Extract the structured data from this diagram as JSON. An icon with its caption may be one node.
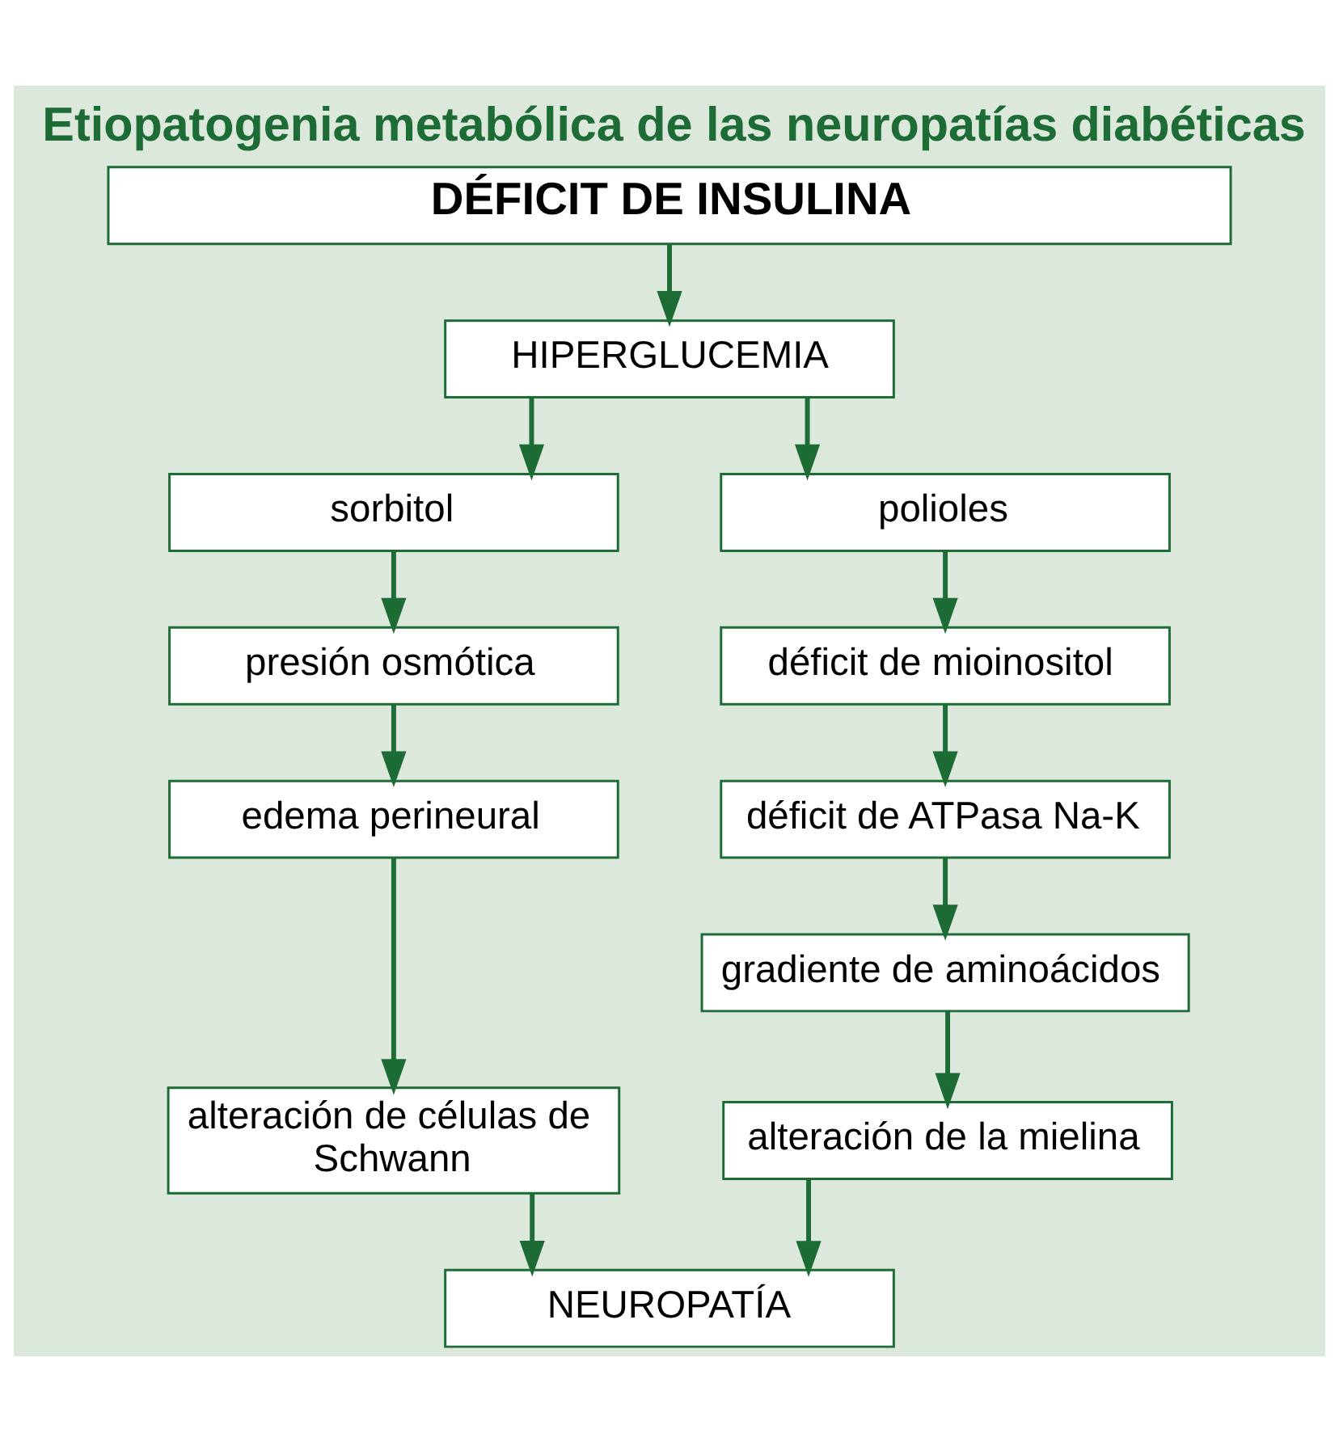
{
  "diagram": {
    "title": "Etiopatogenia metabólica de las neuropatías diabéticas",
    "nodes": [
      {
        "text": [
          "DÉFICIT DE INSULINA"
        ]
      },
      {
        "text": [
          "HIPERGLUCEMIA"
        ]
      },
      {
        "text": [
          "sorbitol"
        ]
      },
      {
        "text": [
          "polioles"
        ]
      },
      {
        "text": [
          "presión osmótica"
        ]
      },
      {
        "text": [
          "déficit de mioinositol"
        ]
      },
      {
        "text": [
          "edema perineural"
        ]
      },
      {
        "text": [
          "déficit de ATPasa Na-K"
        ]
      },
      {
        "text": [
          "gradiente de aminoácidos"
        ]
      },
      {
        "text": [
          "alteración de células de Schwann"
        ]
      },
      {
        "text": [
          "alteración de la mielina"
        ]
      },
      {
        "text": [
          "NEUROPATÍA"
        ]
      }
    ],
    "edges": [
      {
        "from": 0,
        "to": 1,
        "arrow": "to"
      },
      {
        "from": 1,
        "to": 2,
        "arrow": "to"
      },
      {
        "from": 1,
        "to": 3,
        "arrow": "to"
      },
      {
        "from": 2,
        "to": 4,
        "arrow": "to"
      },
      {
        "from": 4,
        "to": 6,
        "arrow": "to"
      },
      {
        "from": 6,
        "to": 9,
        "arrow": "to"
      },
      {
        "from": 3,
        "to": 5,
        "arrow": "to"
      },
      {
        "from": 5,
        "to": 7,
        "arrow": "to"
      },
      {
        "from": 7,
        "to": 8,
        "arrow": "to"
      },
      {
        "from": 8,
        "to": 10,
        "arrow": "to"
      },
      {
        "from": 9,
        "to": 11,
        "arrow": "to"
      },
      {
        "from": 10,
        "to": 11,
        "arrow": "to"
      }
    ]
  }
}
